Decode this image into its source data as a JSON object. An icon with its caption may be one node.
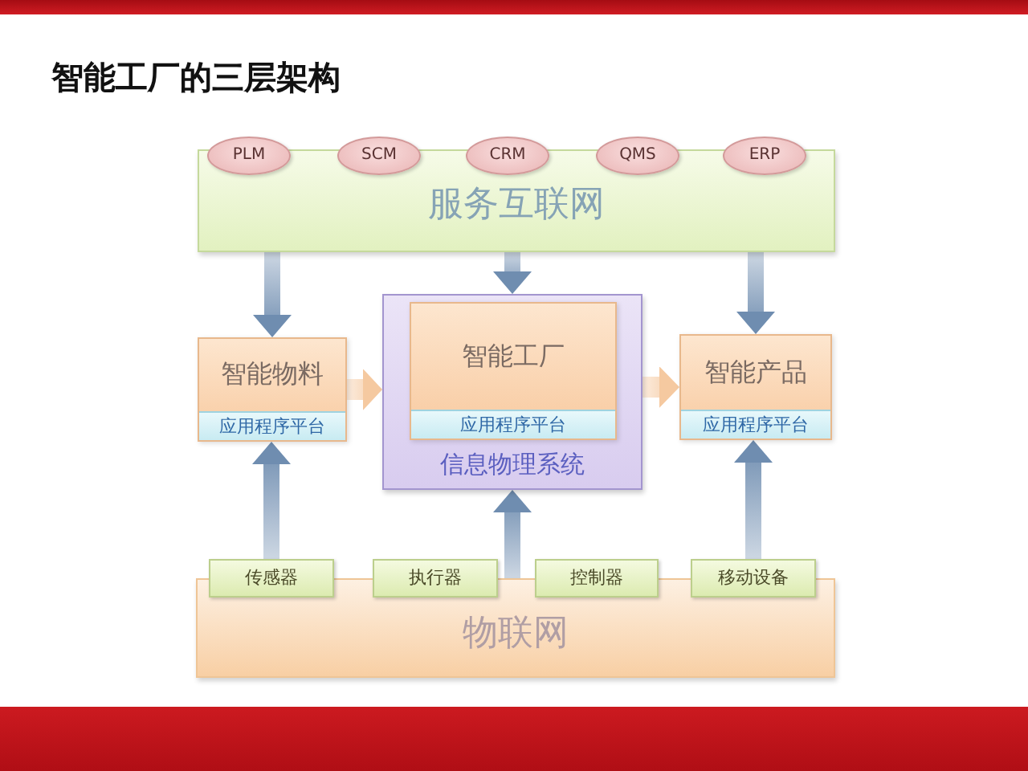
{
  "diagram": {
    "title": "智能工厂的三层架构",
    "nodes": [
      {
        "text": [
          "服务互联网"
        ]
      },
      {
        "text": [
          "PLM"
        ]
      },
      {
        "text": [
          "SCM"
        ]
      },
      {
        "text": [
          "CRM"
        ]
      },
      {
        "text": [
          "QMS"
        ]
      },
      {
        "text": [
          "ERP"
        ]
      },
      {
        "text": [
          "智能物料",
          "应用程序平台"
        ]
      },
      {
        "text": [
          "信息物理系统"
        ]
      },
      {
        "text": [
          "智能工厂",
          "应用程序平台"
        ],
        "in": 7
      },
      {
        "text": [
          "智能产品",
          "应用程序平台"
        ]
      },
      {
        "text": [
          "物联网"
        ]
      },
      {
        "text": [
          "传感器"
        ]
      },
      {
        "text": [
          "执行器"
        ]
      },
      {
        "text": [
          "控制器"
        ]
      },
      {
        "text": [
          "移动设备"
        ]
      }
    ],
    "edges": [
      {
        "from": 0,
        "to": 6,
        "arrow": "to"
      },
      {
        "from": 0,
        "to": 7,
        "arrow": "to"
      },
      {
        "from": 0,
        "to": 9,
        "arrow": "to"
      },
      {
        "from": 6,
        "to": 7,
        "arrow": "to",
        "color": "#f5c9a0"
      },
      {
        "from": 7,
        "to": 9,
        "arrow": "to",
        "color": "#f5c9a0"
      },
      {
        "from": 11,
        "to": 6,
        "arrow": "to"
      },
      {
        "from": 10,
        "to": 7,
        "arrow": "to"
      },
      {
        "from": 14,
        "to": 9,
        "arrow": "to"
      }
    ]
  }
}
